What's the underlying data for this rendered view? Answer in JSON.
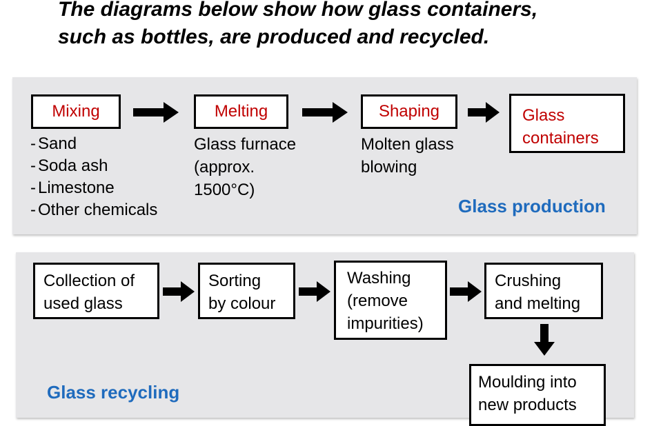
{
  "title": {
    "line1": "The diagrams below show how glass containers,",
    "line2": "such as bottles, are produced and recycled."
  },
  "production": {
    "label": "Glass production",
    "steps": [
      {
        "label": "Mixing"
      },
      {
        "label": "Melting"
      },
      {
        "label": "Shaping"
      },
      {
        "label_line1": "Glass",
        "label_line2": "containers"
      }
    ],
    "mixing_items": [
      "Sand",
      "Soda ash",
      "Limestone",
      "Other chemicals"
    ],
    "melting_note": [
      "Glass furnace",
      "(approx.",
      "1500°C)"
    ],
    "shaping_note": [
      "Molten glass",
      "blowing"
    ]
  },
  "recycling": {
    "label": "Glass recycling",
    "steps": [
      {
        "lines": [
          "Collection of",
          "used glass"
        ]
      },
      {
        "lines": [
          "Sorting",
          "by colour"
        ]
      },
      {
        "lines": [
          "Washing",
          "(remove",
          "impurities)"
        ]
      },
      {
        "lines": [
          "Crushing",
          "and melting"
        ]
      },
      {
        "lines": [
          "Moulding into",
          "new products"
        ]
      }
    ]
  },
  "colors": {
    "step_text_production": "#c00000",
    "label_blue": "#1f6bbd",
    "panel_bg": "#e6e6e8"
  }
}
